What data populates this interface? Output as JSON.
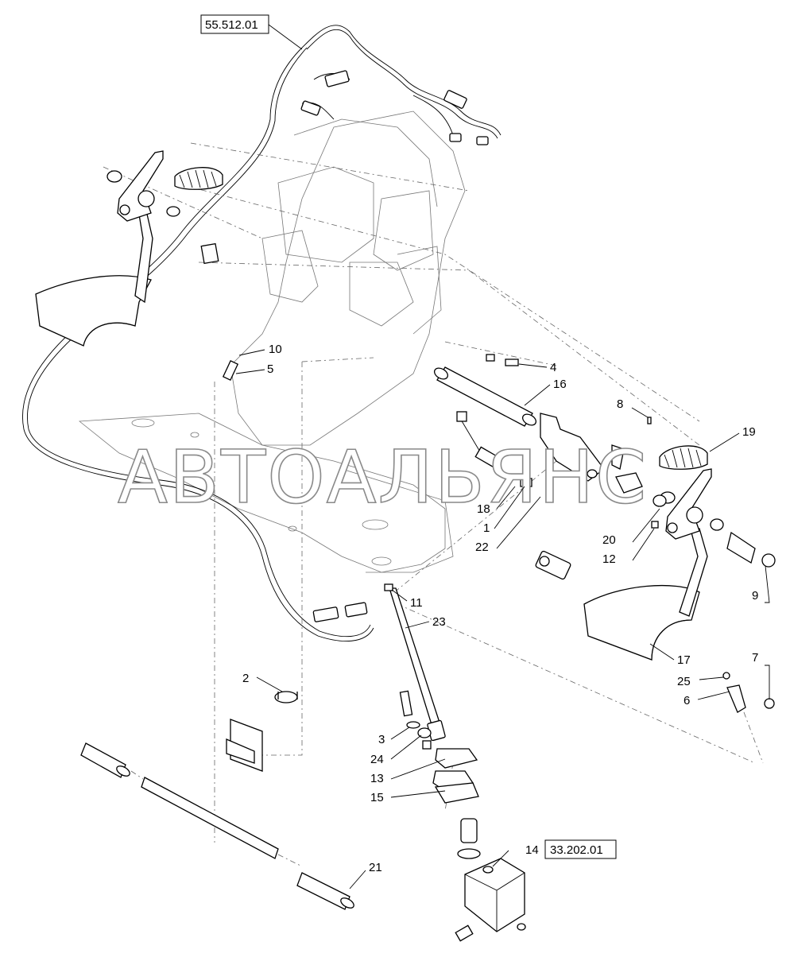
{
  "watermark": "АВТОАЛЬЯНС",
  "reference_boxes": [
    {
      "id": "ref-top",
      "text": "55.512.01"
    },
    {
      "id": "ref-bottom",
      "text": "33.202.01"
    }
  ],
  "callouts": {
    "c1": "1",
    "c2": "2",
    "c3": "3",
    "c4": "4",
    "c5": "5",
    "c6": "6",
    "c7": "7",
    "c8": "8",
    "c9": "9",
    "c10": "10",
    "c11": "11",
    "c12": "12",
    "c13": "13",
    "c14": "14",
    "c15": "15",
    "c16": "16",
    "c17": "17",
    "c18": "18",
    "c19": "19",
    "c20": "20",
    "c21": "21",
    "c22": "22",
    "c23": "23",
    "c24": "24",
    "c25": "25"
  }
}
